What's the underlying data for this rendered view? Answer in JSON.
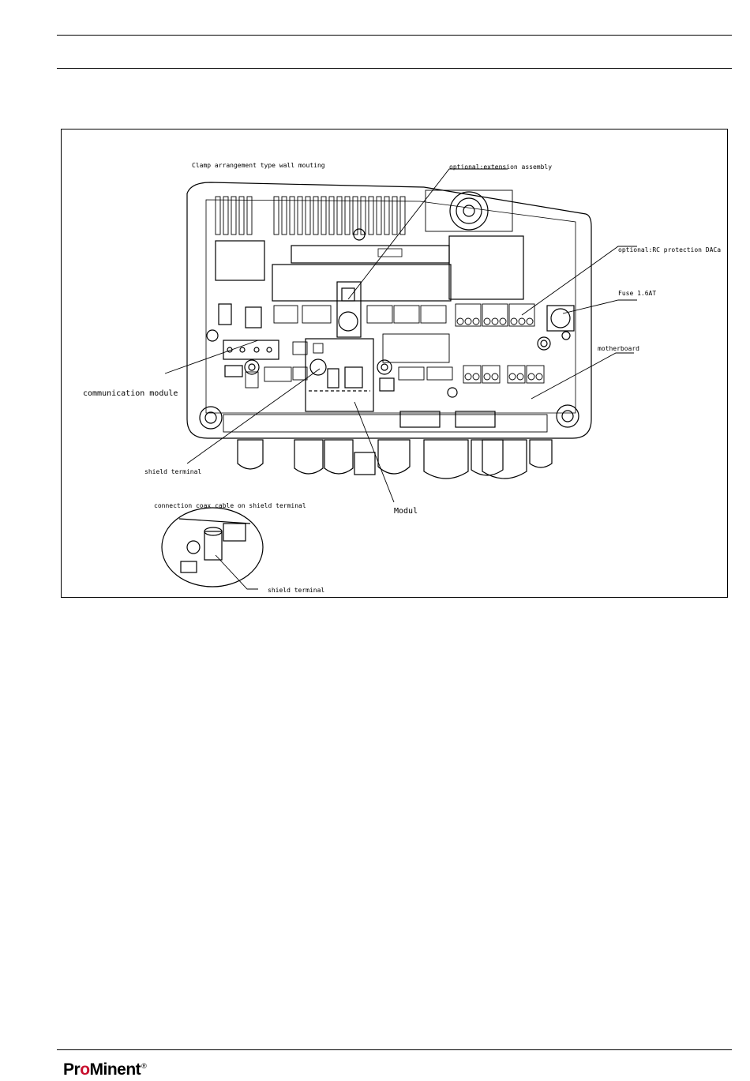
{
  "figure": {
    "labels": {
      "clamp_arrangement": "Clamp arrangement type wall mouting",
      "extension_assembly": "optional:extension assembly",
      "rc_protection": "optional:RC protection DACa",
      "fuse": "Fuse 1.6AT",
      "motherboard": "motherboard",
      "communication_module": "communication module",
      "shield_terminal": "shield terminal",
      "modul": "Modul",
      "coax_connection": "connection coax cable on shield terminal",
      "shield_terminal_detail": "shield terminal"
    }
  },
  "footer": {
    "brand_pro": "Pr",
    "brand_o": "o",
    "brand_rest": "Minent",
    "registered": "®"
  }
}
